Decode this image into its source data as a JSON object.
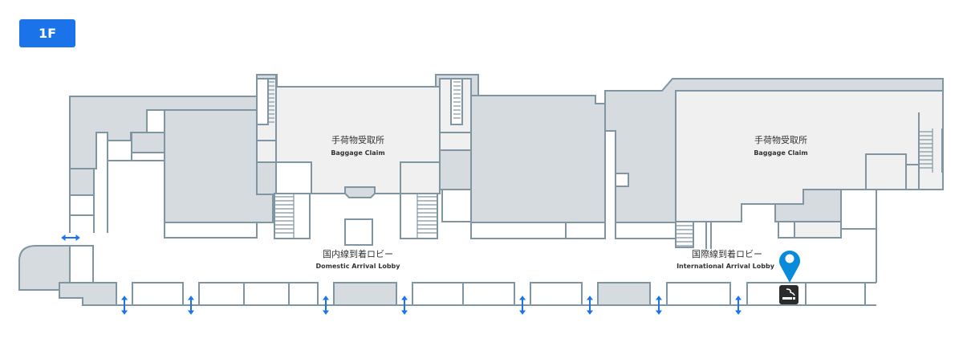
{
  "floor": {
    "label": "1F",
    "color": "#1a73e8"
  },
  "areas": [
    {
      "id": "domestic-baggage-claim",
      "jp": "手荷物受取所",
      "en": "Baggage Claim"
    },
    {
      "id": "international-baggage-claim",
      "jp": "手荷物受取所",
      "en": "Baggage Claim"
    },
    {
      "id": "domestic-arrival-lobby",
      "jp": "国内線到着ロビー",
      "en": "Domestic Arrival Lobby"
    },
    {
      "id": "international-arrival-lobby",
      "jp": "国際線到着ロビー",
      "en": "International Arrival Lobby"
    }
  ],
  "markers": [
    {
      "type": "location-pin",
      "color": "#0a8bd9",
      "facility": "smoking-area"
    }
  ],
  "colors": {
    "wall": "#7f95a1",
    "room_gray": "#d5dbdf",
    "room_light": "#f0f0f0",
    "entrance_arrow": "#1a73e8",
    "smoking_icon_bg": "#2b2b2b"
  }
}
